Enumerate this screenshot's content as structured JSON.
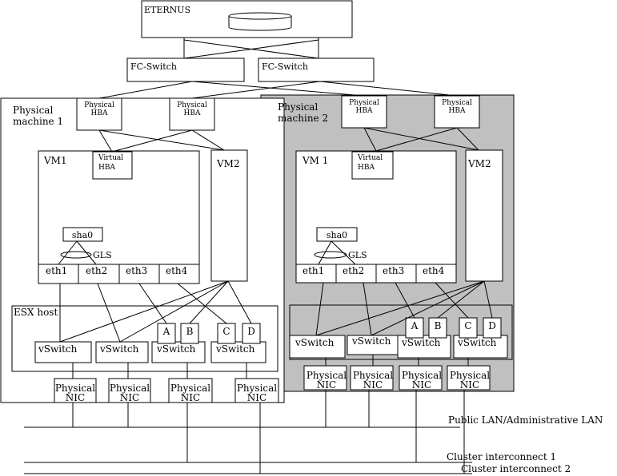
{
  "storage": {
    "title": "ETERNUS"
  },
  "fc_switches": [
    "FC-Switch",
    "FC-Switch"
  ],
  "machine1": {
    "title_line1": "Physical",
    "title_line2": "machine 1",
    "hba": [
      [
        "Physical",
        "HBA"
      ],
      [
        "Physical",
        "HBA"
      ]
    ],
    "vm1": {
      "label": "VM1",
      "virtual_hba": [
        "Virtual",
        "HBA"
      ],
      "sha": "sha0",
      "gls": "GLS",
      "eth": [
        "eth1",
        "eth2",
        "eth3",
        "eth4"
      ]
    },
    "vm2": {
      "label": "VM2"
    },
    "esx_host": "ESX host",
    "ports": [
      "A",
      "B",
      "C",
      "D"
    ],
    "vswitch": [
      "vSwitch",
      "vSwitch",
      "vSwitch",
      "vSwitch"
    ],
    "nic": [
      [
        "Physical",
        "NIC"
      ],
      [
        "Physical",
        "NIC"
      ],
      [
        "Physical",
        "NIC"
      ],
      [
        "Physical",
        "NIC"
      ]
    ]
  },
  "machine2": {
    "title_line1": "Physical",
    "title_line2": "machine 2",
    "hba": [
      [
        "Physical",
        "HBA"
      ],
      [
        "Physical",
        "HBA"
      ]
    ],
    "vm1": {
      "label": "VM 1",
      "virtual_hba": [
        "Virtual",
        "HBA"
      ],
      "sha": "sha0",
      "gls": "GLS",
      "eth": [
        "eth1",
        "eth2",
        "eth3",
        "eth4"
      ]
    },
    "vm2": {
      "label": "VM2"
    },
    "ports": [
      "A",
      "B",
      "C",
      "D"
    ],
    "vswitch": [
      "vSwitch",
      "vSwitch",
      "vSwitch",
      "vSwitch"
    ],
    "nic": [
      [
        "Physical",
        "NIC"
      ],
      [
        "Physical",
        "NIC"
      ],
      [
        "Physical",
        "NIC"
      ],
      [
        "Physical",
        "NIC"
      ]
    ]
  },
  "networks": {
    "public_lan": "Public LAN/Administrative LAN",
    "cluster1": "Cluster interconnect 1",
    "cluster2": "Cluster interconnect 2"
  }
}
